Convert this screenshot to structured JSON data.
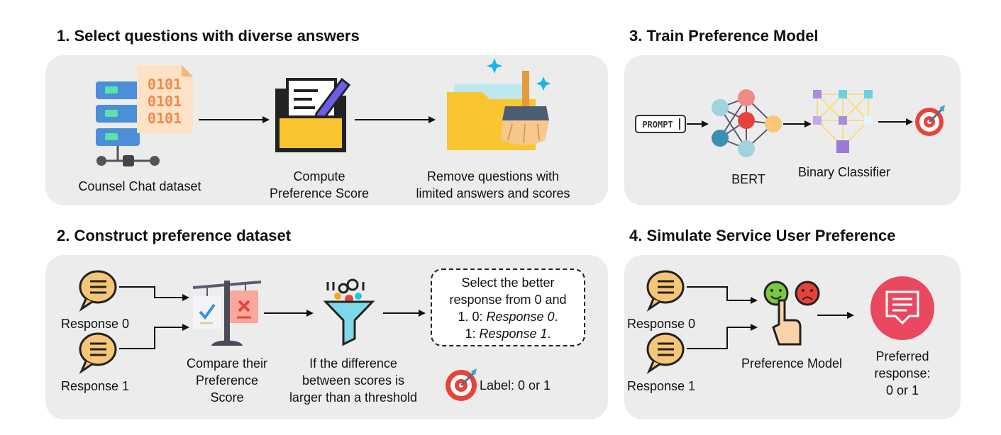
{
  "panel1": {
    "title": "1. Select questions with diverse answers",
    "step_a": "Counsel Chat dataset",
    "step_b_line1": "Compute",
    "step_b_line2": "Preference Score",
    "step_c_line1": "Remove questions with",
    "step_c_line2": "limited answers and scores",
    "binary_text": [
      "0101",
      "0101",
      "0101"
    ]
  },
  "panel2": {
    "title": "2. Construct preference dataset",
    "response0": "Response 0",
    "response1": "Response 1",
    "compare_line1": "Compare their",
    "compare_line2": "Preference",
    "compare_line3": "Score",
    "filter_line1": "If the difference",
    "filter_line2": "between scores is",
    "filter_line3": "larger than a threshold",
    "box_line1": "Select the better",
    "box_line2": "response from 0 and",
    "box_line3a": "1. 0: ",
    "box_line3b": "Response 0",
    "box_line3c": ".",
    "box_line4a": "1: ",
    "box_line4b": "Response 1",
    "box_line4c": ".",
    "label": "Label: 0 or 1"
  },
  "panel3": {
    "title": "3. Train Preference Model",
    "prompt_tag": "PROMPT",
    "bert": "BERT",
    "classifier": "Binary Classifier"
  },
  "panel4": {
    "title": "4. Simulate Service User Preference",
    "response0": "Response 0",
    "response1": "Response 1",
    "model": "Preference Model",
    "out_line1": "Preferred",
    "out_line2": "response:",
    "out_line3": "0 or 1"
  },
  "colors": {
    "panel_bg": "#ececec",
    "server_blue": "#4a8fd8",
    "folder_yellow": "#f9c531",
    "target_red": "#e8433a",
    "bubble_yellow": "#f5c676",
    "bubble_out": "#e9485f"
  }
}
